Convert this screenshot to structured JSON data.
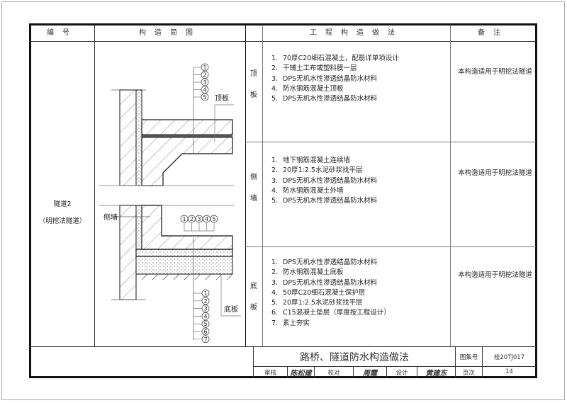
{
  "header": {
    "col_number": "编号",
    "col_diagram": "构造简图",
    "col_method": "工程构造做法",
    "col_remarks": "备注"
  },
  "entry": {
    "name": "隧道2",
    "subtitle": "（明挖法隧道）"
  },
  "sections": [
    {
      "label": "顶板",
      "items": [
        "70厚C20细石混凝土，配筋详单项设计",
        "干铺土工布或塑料膜一层",
        "DPS无机水性渗透结晶防水材料",
        "防水钢筋混凝土顶板",
        "DPS无机水性渗透结晶防水材料"
      ],
      "remark": "本构造适用于明挖法隧道"
    },
    {
      "label": "侧墙",
      "items": [
        "地下钢筋混凝土连续墙",
        "20厚1:2.5水泥砂浆找平层",
        "DPS无机水性渗透结晶防水材料",
        "防水钢筋混凝土外墙",
        "DPS无机水性渗透结晶防水材料"
      ],
      "remark": "本构造适用于明挖法隧道"
    },
    {
      "label": "底板",
      "items": [
        "DPS无机水性渗透结晶防水材料",
        "防水钢筋混凝土底板",
        "DPS无机水性渗透结晶防水材料",
        "50厚C20细石混凝土保护层",
        "20厚1:2.5水泥砂浆找平层",
        "C15混凝土垫层（厚度按工程设计）",
        "素土夯实"
      ],
      "remark": "本构造适用于明挖法隧道"
    }
  ],
  "diagram": {
    "label_roof": "顶板",
    "label_wall": "侧墙",
    "label_floor": "底板",
    "roof_markers": [
      "1",
      "2",
      "3",
      "4",
      "5"
    ],
    "wall_markers": [
      "1",
      "2",
      "3",
      "4",
      "5"
    ],
    "floor_markers": [
      "1",
      "2",
      "3",
      "4",
      "5",
      "6",
      "7"
    ]
  },
  "title_block": {
    "title": "路桥、隧道防水构造做法",
    "atlas_label": "图集号",
    "atlas_number": "桂20TJ017",
    "review_label": "审核",
    "review_signature": "陈松建",
    "check_label": "校对",
    "check_signature": "周霞",
    "design_label": "设计",
    "design_signature": "黄建东",
    "page_label": "页次",
    "page_number": "14"
  }
}
